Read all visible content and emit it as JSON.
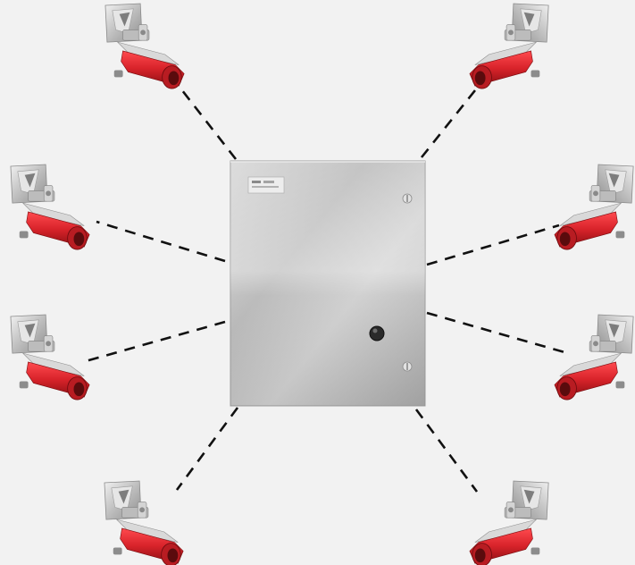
{
  "colors": {
    "background": "#f2f2f2",
    "link": "#111111",
    "camera_body": "#d8232a",
    "camera_body_dark": "#9e1418",
    "bracket": "#c9c9c9",
    "enclosure": "#c4c4c4"
  },
  "hub": {
    "icon": "electrical-enclosure-icon"
  },
  "cameras": [
    {
      "id": "camera-top-left",
      "icon": "explosion-proof-camera-icon"
    },
    {
      "id": "camera-top-right",
      "icon": "explosion-proof-camera-icon"
    },
    {
      "id": "camera-mid-left",
      "icon": "explosion-proof-camera-icon"
    },
    {
      "id": "camera-mid-right",
      "icon": "explosion-proof-camera-icon"
    },
    {
      "id": "camera-low-left",
      "icon": "explosion-proof-camera-icon"
    },
    {
      "id": "camera-low-right",
      "icon": "explosion-proof-camera-icon"
    },
    {
      "id": "camera-bottom-left",
      "icon": "explosion-proof-camera-icon"
    },
    {
      "id": "camera-bottom-right",
      "icon": "explosion-proof-camera-icon"
    }
  ],
  "connections": [
    {
      "from": "enclosure",
      "to": "camera-top-left",
      "style": "dashed"
    },
    {
      "from": "enclosure",
      "to": "camera-top-right",
      "style": "dashed"
    },
    {
      "from": "enclosure",
      "to": "camera-mid-left",
      "style": "dashed"
    },
    {
      "from": "enclosure",
      "to": "camera-mid-right",
      "style": "dashed"
    },
    {
      "from": "enclosure",
      "to": "camera-low-left",
      "style": "dashed"
    },
    {
      "from": "enclosure",
      "to": "camera-low-right",
      "style": "dashed"
    },
    {
      "from": "enclosure",
      "to": "camera-bottom-left",
      "style": "dashed"
    },
    {
      "from": "enclosure",
      "to": "camera-bottom-right",
      "style": "dashed"
    }
  ]
}
